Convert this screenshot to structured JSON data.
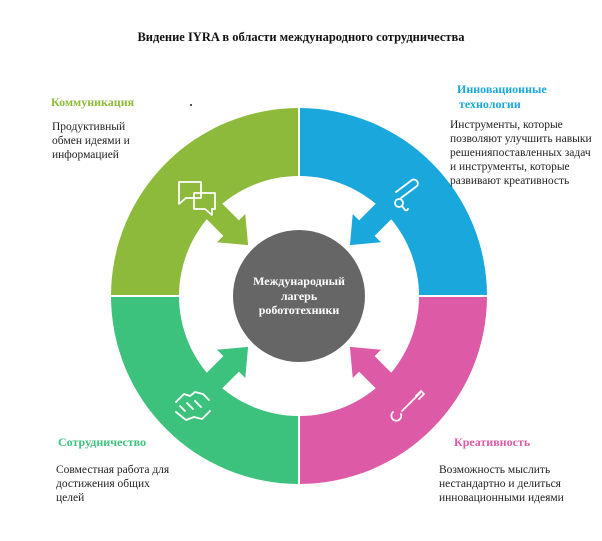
{
  "title": "Видение IYRA в области международного сотрудничества",
  "center": {
    "lines": [
      "Международный",
      "лагерь",
      "робототехники"
    ]
  },
  "quadrants": {
    "communication": {
      "title": "Коммуникация",
      "description": [
        "Продуктивный",
        "обмен идеями и",
        "информацией"
      ],
      "color": "#8dba3b",
      "icon": "chat-bubbles-icon"
    },
    "innovation": {
      "title": [
        "Инновационные",
        "технологии"
      ],
      "description": [
        "Инструменты, которые",
        "позволяют улучшить навыки",
        "решенияпоставленных задач",
        "и инструменты, которые",
        "развивают креативность"
      ],
      "color": "#1aa8dc",
      "icon": "tools-icon"
    },
    "cooperation": {
      "title": "Сотрудничество",
      "description": [
        "Совместная работа для",
        "достижения общих",
        "целей"
      ],
      "color": "#3cc27d",
      "icon": "handshake-icon"
    },
    "creativity": {
      "title": "Креативность",
      "description": [
        "Возможность мыслить",
        "нестандартно и делиться",
        "инновационными идеями"
      ],
      "color": "#dd5aa6",
      "icon": "brush-icon"
    }
  },
  "center_color": "#666666"
}
